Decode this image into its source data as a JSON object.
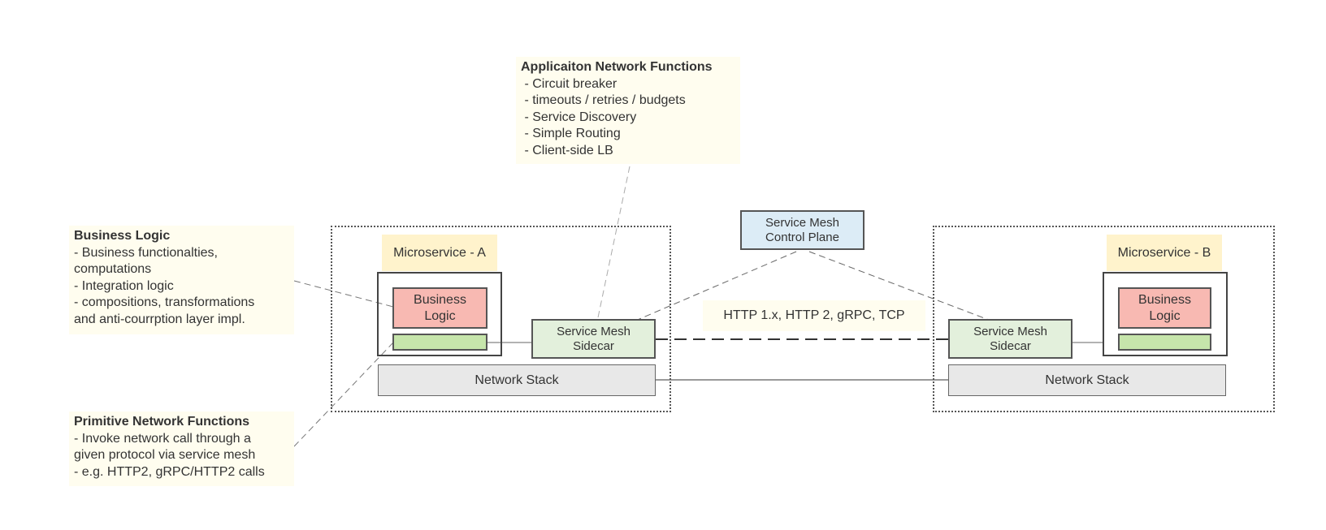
{
  "notes": {
    "business_logic": {
      "title": "Business Logic",
      "lines": [
        "- Business functionalties,",
        "computations",
        "- Integration logic",
        "- compositions, transformations",
        "and anti-courrption layer impl."
      ]
    },
    "app_network": {
      "title": "Applicaiton Network Functions",
      "lines": [
        " - Circuit breaker",
        " - timeouts / retries / budgets",
        " - Service Discovery",
        " - Simple Routing",
        " - Client-side LB"
      ]
    },
    "primitive_network": {
      "title": "Primitive Network Functions",
      "lines": [
        "- Invoke network call through a",
        "given protocol via service mesh",
        "- e.g. HTTP2, gRPC/HTTP2 calls"
      ]
    }
  },
  "microservice_a": {
    "label": "Microservice - A",
    "business_logic": [
      "Business",
      "Logic"
    ],
    "sidecar": [
      "Service Mesh",
      "Sidecar"
    ],
    "network_stack": "Network Stack"
  },
  "microservice_b": {
    "label": "Microservice - B",
    "business_logic": [
      "Business",
      "Logic"
    ],
    "sidecar": [
      "Service Mesh",
      "Sidecar"
    ],
    "network_stack": "Network Stack"
  },
  "control_plane": [
    "Service Mesh",
    "Control Plane"
  ],
  "protocol_label": "HTTP 1.x, HTTP 2, gRPC, TCP",
  "colors": {
    "note_bg": "#fffdef",
    "label_bg": "#fff3cc",
    "business_logic_fill": "#f8b9b2",
    "sidecar_fill": "#e3f0dc",
    "green_bar_fill": "#c6e5ab",
    "network_stack_fill": "#e8e8e8",
    "control_plane_fill": "#dcecf6"
  }
}
